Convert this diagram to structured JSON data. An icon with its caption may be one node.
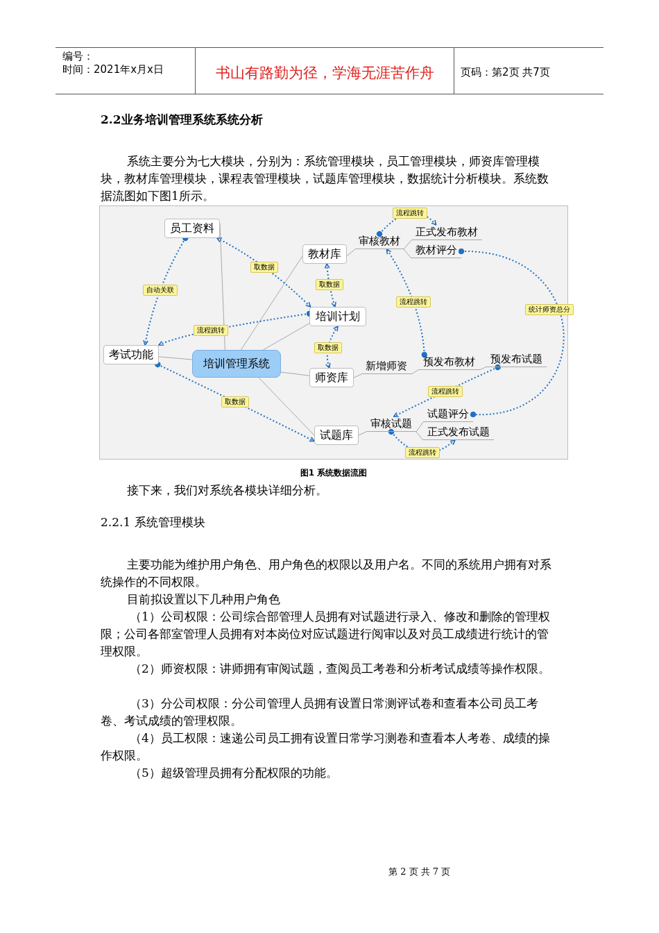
{
  "diagram": {
    "caption": "图1 系统数据流图",
    "nodes": [
      {
        "text": [
          "培训管理系统"
        ]
      },
      {
        "text": [
          "员工资料"
        ]
      },
      {
        "text": [
          "教材库"
        ]
      },
      {
        "text": [
          "培训计划"
        ]
      },
      {
        "text": [
          "师资库"
        ]
      },
      {
        "text": [
          "试题库"
        ]
      },
      {
        "text": [
          "考试功能"
        ]
      },
      {
        "text": [
          "审核教材"
        ]
      },
      {
        "text": [
          "正式发布教材"
        ]
      },
      {
        "text": [
          "教材评分"
        ]
      },
      {
        "text": [
          "新增师资"
        ]
      },
      {
        "text": [
          "预发布教材"
        ]
      },
      {
        "text": [
          "预发布试题"
        ]
      },
      {
        "text": [
          "审核试题"
        ]
      },
      {
        "text": [
          "试题评分"
        ]
      },
      {
        "text": [
          "正式发布试题"
        ]
      }
    ],
    "edges": [
      {
        "from": 0,
        "to": 1,
        "arrow": "none"
      },
      {
        "from": 0,
        "to": 2,
        "arrow": "none"
      },
      {
        "from": 0,
        "to": 3,
        "arrow": "none"
      },
      {
        "from": 0,
        "to": 4,
        "arrow": "none"
      },
      {
        "from": 0,
        "to": 5,
        "arrow": "none"
      },
      {
        "from": 0,
        "to": 6,
        "arrow": "none"
      },
      {
        "from": 2,
        "to": 7,
        "arrow": "none"
      },
      {
        "from": 7,
        "to": 8,
        "arrow": "none"
      },
      {
        "from": 7,
        "to": 9,
        "arrow": "none"
      },
      {
        "from": 4,
        "to": 10,
        "arrow": "none"
      },
      {
        "from": 10,
        "to": 11,
        "arrow": "none"
      },
      {
        "from": 11,
        "to": 12,
        "arrow": "none"
      },
      {
        "from": 5,
        "to": 13,
        "arrow": "none"
      },
      {
        "from": 13,
        "to": 14,
        "arrow": "none"
      },
      {
        "from": 13,
        "to": 15,
        "arrow": "none"
      },
      {
        "from": 1,
        "to": 6,
        "arrow": "to",
        "label": "自动关联",
        "style": "dashed",
        "color": "#1f6fc5"
      },
      {
        "from": 1,
        "to": 3,
        "arrow": "both",
        "label": "取数据",
        "style": "dashed",
        "color": "#1f6fc5"
      },
      {
        "from": 2,
        "to": 3,
        "arrow": "both",
        "label": "取数据",
        "style": "dashed",
        "color": "#1f6fc5"
      },
      {
        "from": 3,
        "to": 4,
        "arrow": "both",
        "label": "取数据",
        "style": "dashed",
        "color": "#1f6fc5"
      },
      {
        "from": 3,
        "to": 6,
        "arrow": "to",
        "label": "流程跳转",
        "style": "dashed",
        "color": "#1f6fc5"
      },
      {
        "from": 6,
        "to": 5,
        "arrow": "to",
        "label": "取数据",
        "style": "dashed",
        "color": "#1f6fc5"
      },
      {
        "from": 7,
        "to": 8,
        "arrow": "to",
        "label": "流程跳转",
        "style": "dashed",
        "color": "#1f6fc5"
      },
      {
        "from": 11,
        "to": 7,
        "arrow": "to",
        "label": "流程跳转",
        "style": "dashed",
        "color": "#1f6fc5"
      },
      {
        "from": 12,
        "to": 13,
        "arrow": "to",
        "label": "流程跳转",
        "style": "dashed",
        "color": "#1f6fc5"
      },
      {
        "from": 13,
        "to": 15,
        "arrow": "to",
        "label": "流程跳转",
        "style": "dashed",
        "color": "#1f6fc5"
      },
      {
        "from": 9,
        "to": 14,
        "arrow": "other",
        "label": "统计师资总分",
        "style": "dashed",
        "color": "#1f6fc5"
      }
    ],
    "labels": [
      "编号：",
      "时间：2021年x月x日",
      "书山有路勤为径，学海无涯苦作舟",
      "页码：第2页 共7页",
      "2.2业务培训管理系统系统分析",
      "系统主要分为七大模块，分别为：系统管理模块，员工管理模块，师资库管理模块，教材库管理模块，课程表管理模块，试题库管理模块，数据统计分析模块。系统数据流图如下图1所示。",
      "接下来，我们对系统各模块详细分析。",
      "2.2.1 系统管理模块",
      "主要功能为维护用户角色、用户角色的权限以及用户名。不同的系统用户拥有对系统操作的不同权限。",
      "目前拟设置以下几种用户角色",
      "（1）公司权限：公司综合部管理人员拥有对试题进行录入、修改和删除的管理权限；公司各部室管理人员拥有对本岗位对应试题进行阅审以及对员工成绩进行统计的管理权限。",
      "（2）师资权限：讲师拥有审阅试题，查阅员工考卷和分析考试成绩等操作权限。",
      "（3）分公司权限：分公司管理人员拥有设置日常测评试卷和查看本公司员工考卷、考试成绩的管理权限。",
      "（4）员工权限：速递公司员工拥有设置日常学习测卷和查看本人考卷、成绩的操作权限。",
      "（5）超级管理员拥有分配权限的功能。",
      "第 2 页 共 7 页"
    ]
  }
}
